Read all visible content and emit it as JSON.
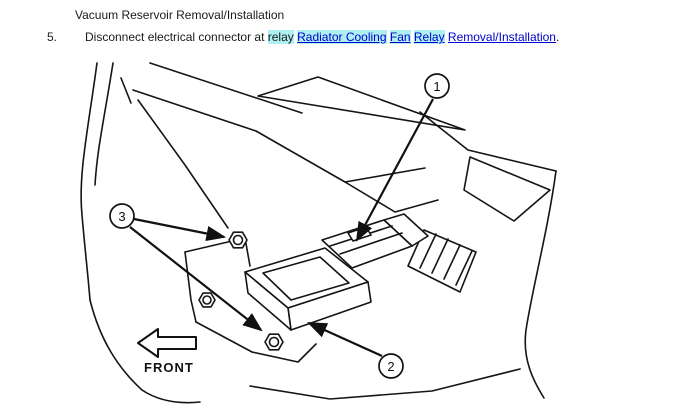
{
  "doc": {
    "heading": "Vacuum Reservoir Removal/Installation",
    "step_number": "5.",
    "tokens": [
      {
        "text": "Disconnect electrical connector at "
      },
      {
        "text": "relay"
      },
      {
        "text": " "
      },
      {
        "text": "Radiator Cooling"
      },
      {
        "text": " "
      },
      {
        "text": "Fan"
      },
      {
        "text": " "
      },
      {
        "text": "Relay"
      },
      {
        "text": " "
      },
      {
        "text": "Removal/Installation"
      },
      {
        "text": "."
      }
    ]
  },
  "figure": {
    "callouts": [
      "1",
      "2",
      "3"
    ],
    "front_label": "FRONT"
  },
  "colors": {
    "highlight": "#aeeff2",
    "link_blue": "#0000cc",
    "line_art": "#151515"
  }
}
